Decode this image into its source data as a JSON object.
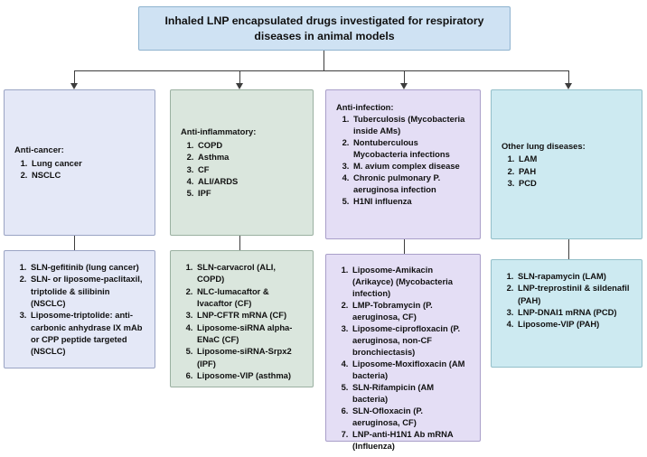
{
  "header": {
    "title": "Inhaled LNP encapsulated drugs investigated for respiratory diseases in animal models"
  },
  "colors": {
    "header_fill": "#cfe2f3",
    "col1_fill": "#e4e8f7",
    "col2_fill": "#dae6dd",
    "col3_fill": "#e4def5",
    "col4_fill": "#cdeaf1",
    "connector": "#3d3d3d"
  },
  "columns": [
    {
      "id": "anti-cancer",
      "category": {
        "title": "Anti-cancer:",
        "items": [
          "Lung cancer",
          "NSCLC"
        ]
      },
      "drugs": {
        "items": [
          "SLN-gefitinib (lung cancer)",
          "SLN- or liposome-paclitaxil, triptolide & silibinin (NSCLC)",
          "Liposome-triptolide: anti-carbonic anhydrase IX mAb or CPP peptide targeted (NSCLC)"
        ]
      }
    },
    {
      "id": "anti-inflammatory",
      "category": {
        "title": "Anti-inflammatory:",
        "items": [
          "COPD",
          "Asthma",
          "CF",
          "ALI/ARDS",
          "IPF"
        ]
      },
      "drugs": {
        "items": [
          "SLN-carvacrol (ALI, COPD)",
          "NLC-lumacaftor & Ivacaftor (CF)",
          "LNP-CFTR mRNA (CF)",
          "Liposome-siRNA alpha-ENaC (CF)",
          "Liposome-siRNA-Srpx2 (IPF)",
          "Liposome-VIP (asthma)"
        ]
      }
    },
    {
      "id": "anti-infection",
      "category": {
        "title": "Anti-infection:",
        "items": [
          "Tuberculosis (Mycobacteria inside AMs)",
          "Nontuberculous Mycobacteria infections",
          "M. avium complex disease",
          "Chronic pulmonary P. aeruginosa infection",
          "H1NI influenza"
        ]
      },
      "drugs": {
        "items": [
          "Liposome-Amikacin (Arikayce) (Mycobacteria infection)",
          "LMP-Tobramycin (P. aeruginosa, CF)",
          "Liposome-ciprofloxacin (P. aeruginosa, non-CF bronchiectasis)",
          "Liposome-Moxifloxacin (AM bacteria)",
          "SLN-Rifampicin (AM bacteria)",
          "SLN-Ofloxacin (P. aeruginosa, CF)",
          "LNP-anti-H1N1 Ab mRNA (Influenza)"
        ]
      }
    },
    {
      "id": "other-lung-diseases",
      "category": {
        "title": "Other lung diseases:",
        "items": [
          "LAM",
          "PAH",
          "PCD"
        ]
      },
      "drugs": {
        "items": [
          "SLN-rapamycin (LAM)",
          "LNP-treprostinil & sildenafil (PAH)",
          "LNP-DNAI1 mRNA (PCD)",
          "Liposome-VIP (PAH)"
        ]
      }
    }
  ]
}
